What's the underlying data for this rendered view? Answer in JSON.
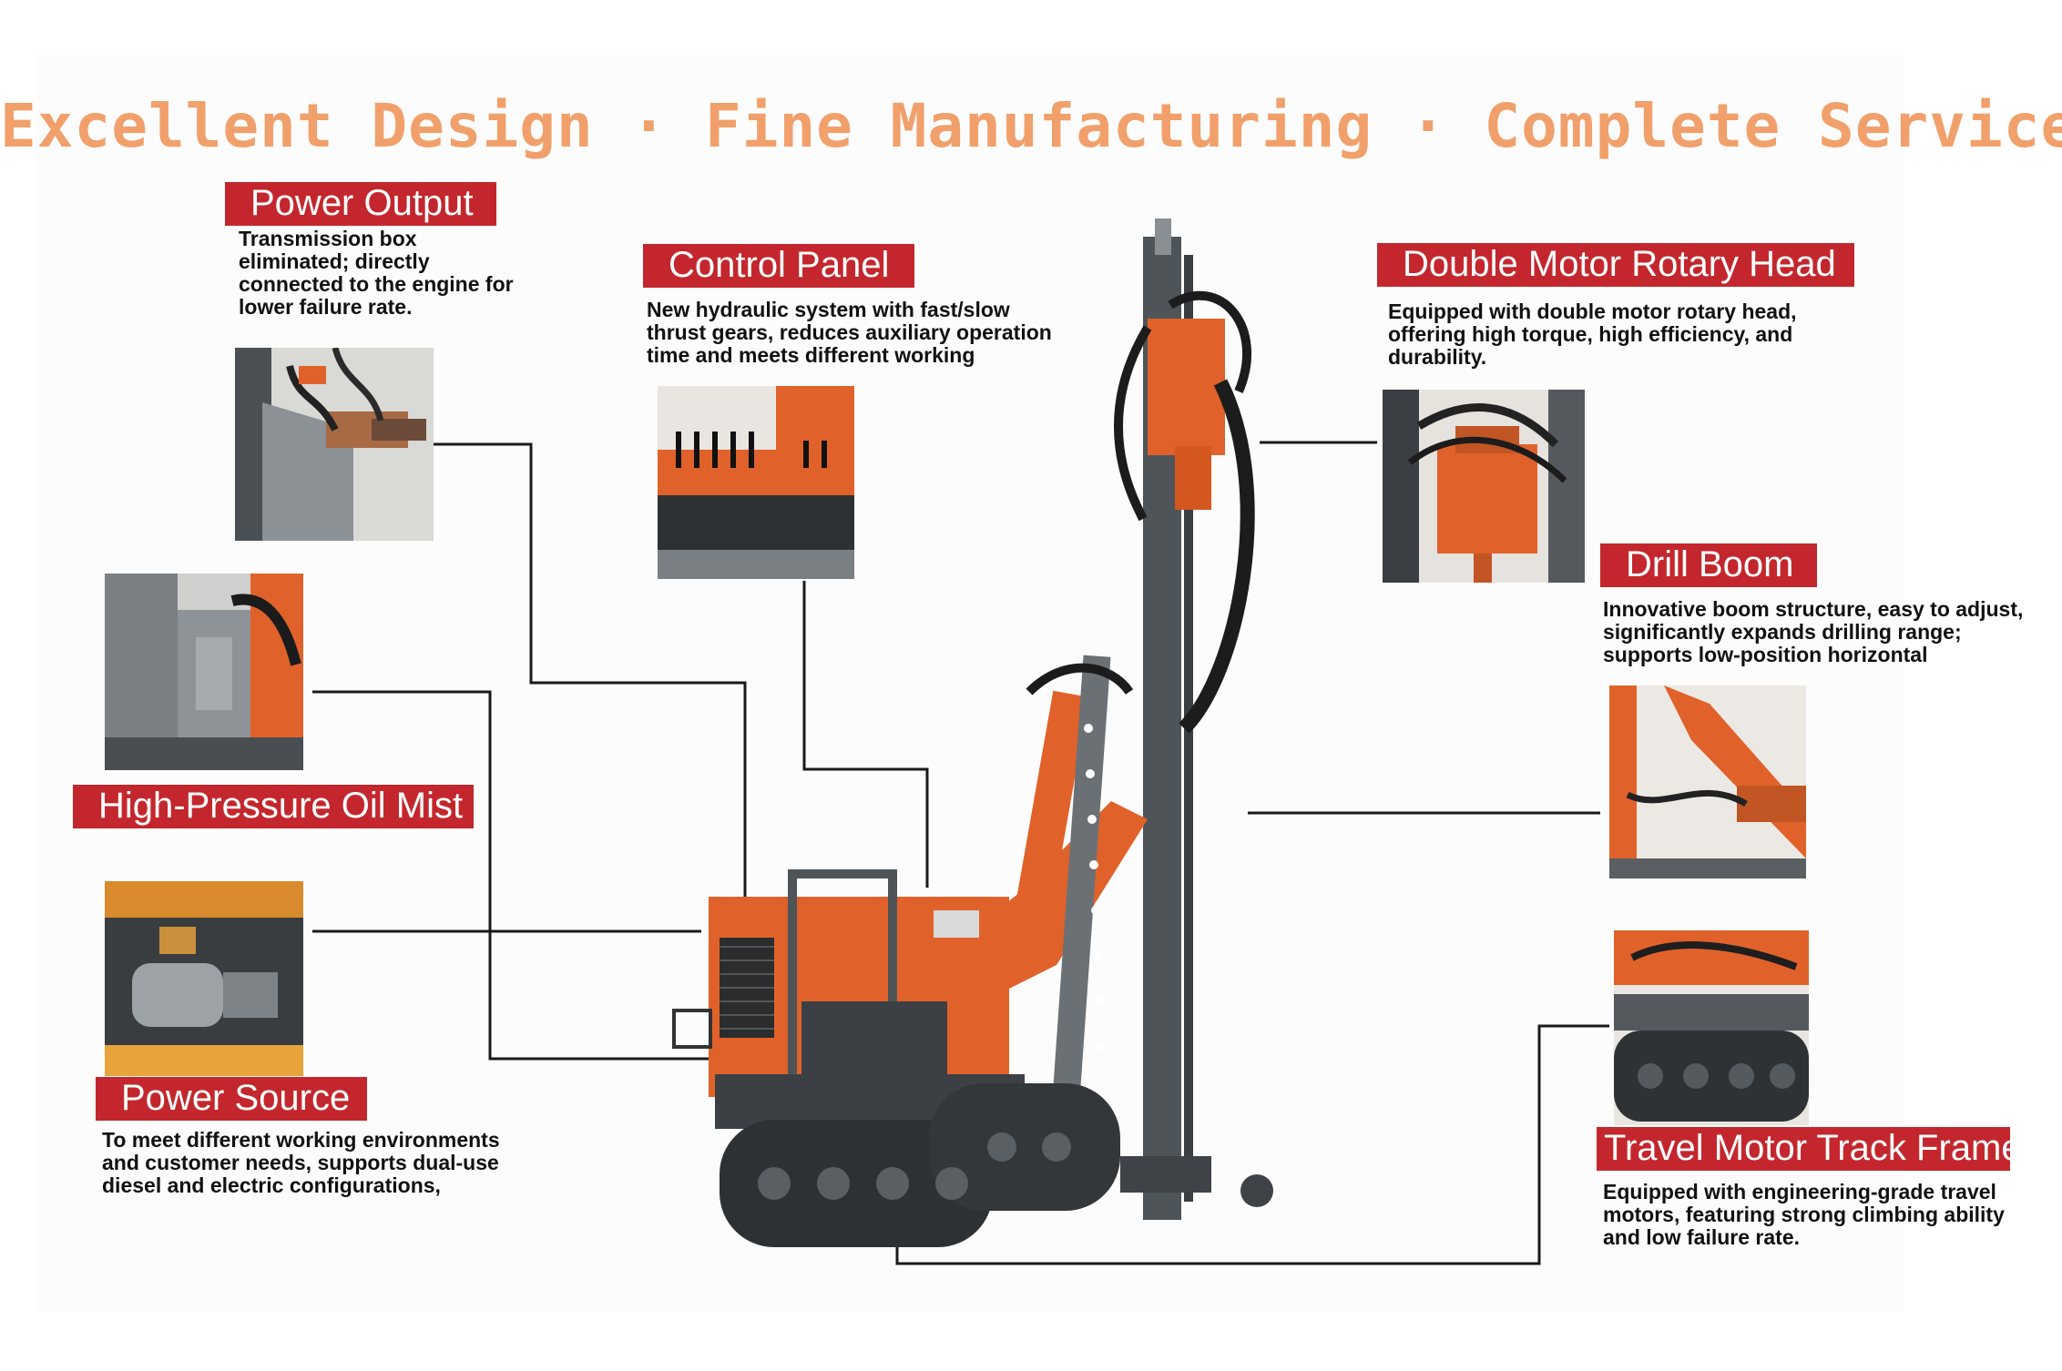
{
  "headline": "Excellent Design · Fine Manufacturing · Complete Service",
  "features": {
    "power_output": {
      "title": "Power Output",
      "description": "Transmission box eliminated; directly connected to the engine for lower failure rate."
    },
    "control_panel": {
      "title": "Control Panel",
      "description": "New hydraulic system with fast/slow thrust gears, reduces auxiliary operation time and meets different working"
    },
    "rotary_head": {
      "title": "Double Motor Rotary Head",
      "description": "Equipped with double motor rotary head, offering high torque, high efficiency, and durability."
    },
    "drill_boom": {
      "title": "Drill Boom",
      "description": "Innovative boom structure, easy to adjust, significantly expands drilling range; supports low-position horizontal"
    },
    "oil_mist": {
      "title": "High-Pressure Oil Mist"
    },
    "power_source": {
      "title": "Power Source",
      "description": "To meet different working environments and customer needs, supports dual-use diesel and electric configurations,"
    },
    "track_frame": {
      "title": "Travel Motor Track Frame",
      "description": "Equipped with engineering-grade travel motors, featuring strong climbing ability and low failure rate."
    }
  },
  "colors": {
    "headline": "#f1a06b",
    "badge": "#c3272d",
    "machine_orange": "#e0622a",
    "machine_grey": "#4f5459"
  }
}
